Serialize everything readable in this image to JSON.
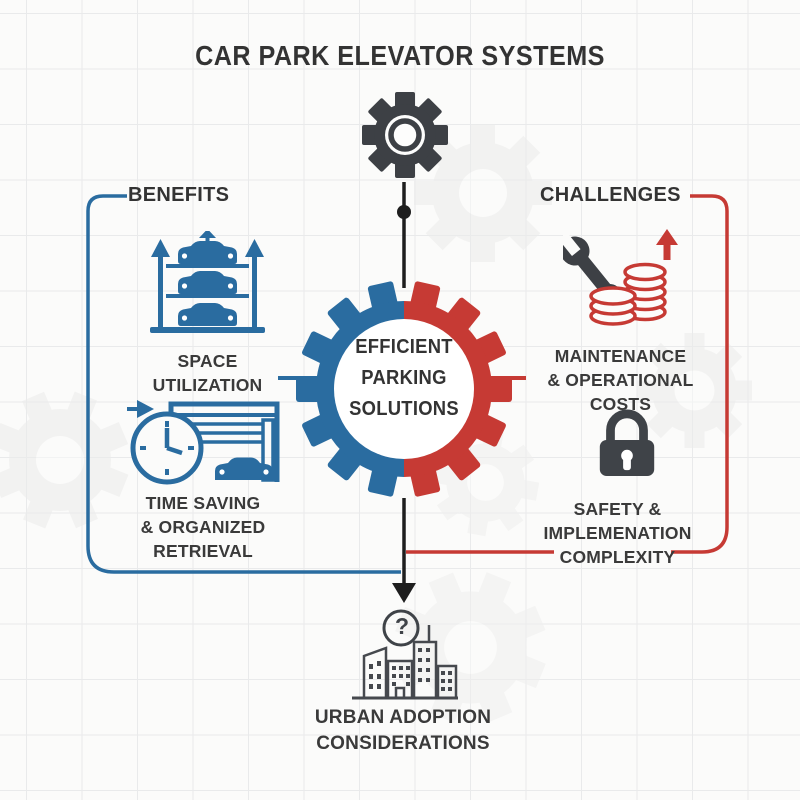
{
  "title": "CAR PARK ELEVATOR SYSTEMS",
  "colors": {
    "blue": "#2a6ca0",
    "red": "#c63a34",
    "dark": "#3d4045",
    "text": "#373737"
  },
  "icons": {
    "top": "gear-icon",
    "center": "split-gear-icon",
    "benefit_1": "stacked-cars-lift-icon",
    "benefit_2": "clock-garage-icon",
    "challenge_1": "wrench-coins-icon",
    "challenge_2": "padlock-icon",
    "footer": "question-mark-buildings-icon"
  },
  "center": {
    "label": "EFFICIENT\nPARKING\nSOLUTIONS"
  },
  "benefits": {
    "heading": "BENEFITS",
    "items": [
      {
        "label": "SPACE\nUTILIZATION"
      },
      {
        "label": "TIME SAVING\n& ORGANIZED\nRETRIEVAL"
      }
    ]
  },
  "challenges": {
    "heading": "CHALLENGES",
    "items": [
      {
        "label": "MAINTENANCE\n& OPERATIONAL\nCOSTS"
      },
      {
        "label": "SAFETY &\nIMPLEMENATION\nCOMPLEXITY"
      }
    ]
  },
  "footer": {
    "question_mark": "?",
    "label": "URBAN ADOPTION\nCONSIDERATIONS"
  }
}
